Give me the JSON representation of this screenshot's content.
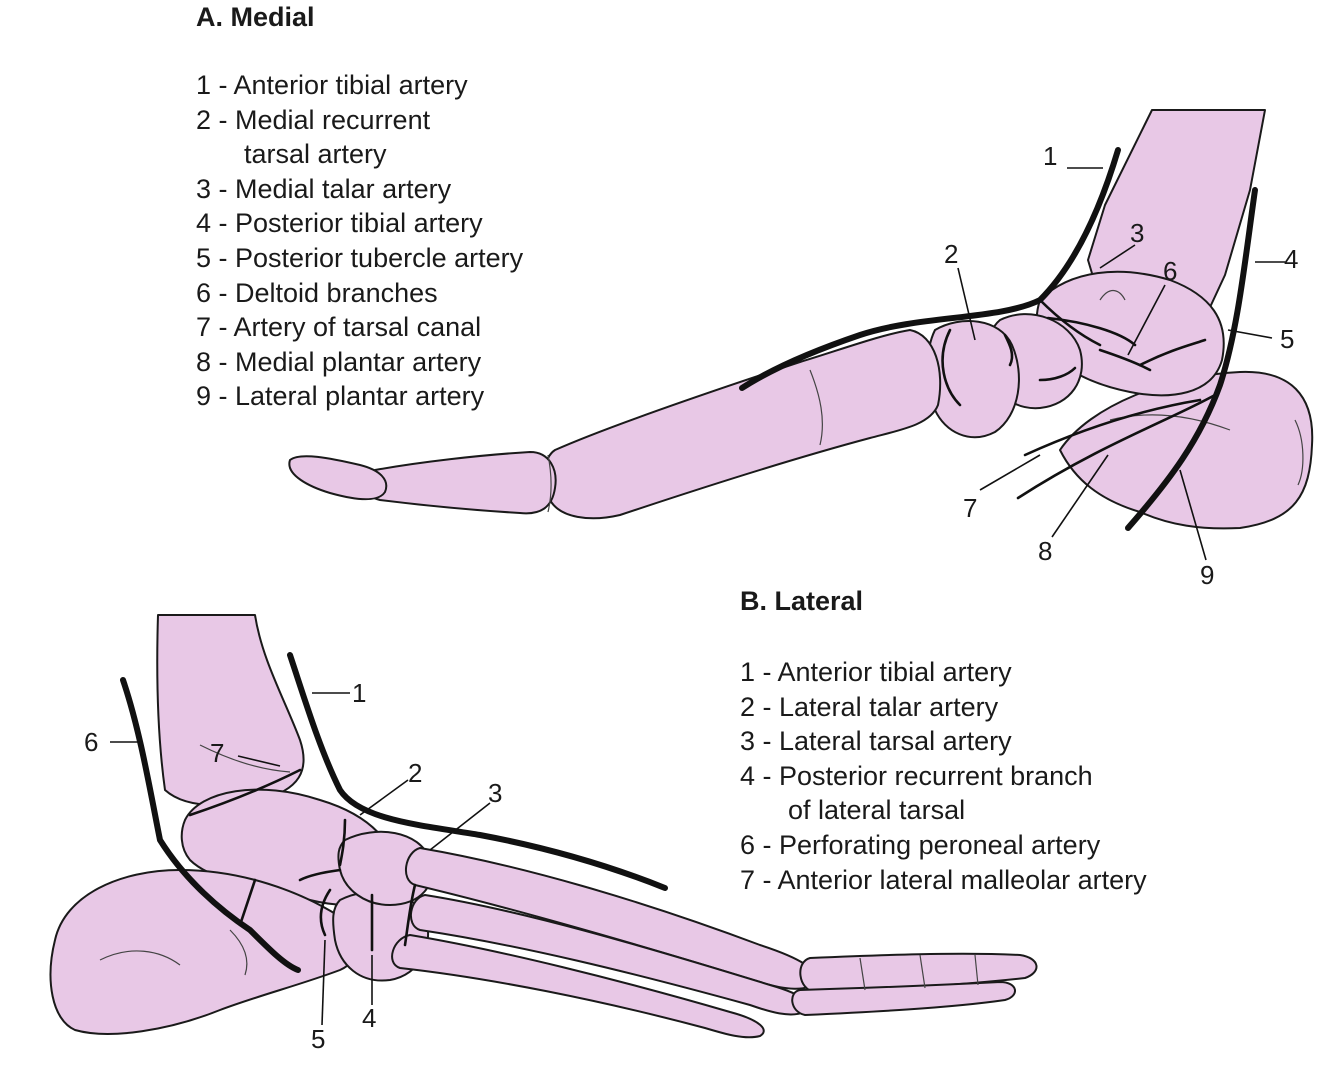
{
  "panel_a": {
    "heading": "A. Medial",
    "legend": [
      "1 - Anterior tibial artery",
      "2 - Medial recurrent",
      "tarsal artery",
      "3 - Medial talar artery",
      "4 - Posterior tibial artery",
      "5 - Posterior tubercle artery",
      "6 - Deltoid branches",
      "7 - Artery of tarsal canal",
      "8 - Medial plantar artery",
      "9 - Lateral plantar artery"
    ],
    "labels": [
      "1",
      "2",
      "3",
      "4",
      "5",
      "6",
      "7",
      "8",
      "9"
    ]
  },
  "panel_b": {
    "heading": "B. Lateral",
    "legend": [
      "1 - Anterior tibial artery",
      "2 - Lateral talar artery",
      "3 - Lateral tarsal artery",
      "4 - Posterior recurrent branch",
      "of lateral tarsal",
      "6 - Perforating peroneal artery",
      "7 - Anterior lateral malleolar artery"
    ],
    "labels": [
      "1",
      "2",
      "3",
      "4",
      "5",
      "6",
      "7"
    ]
  },
  "colors": {
    "bone": "#e8c8e6",
    "artery": "#111111",
    "background": "#ffffff"
  }
}
